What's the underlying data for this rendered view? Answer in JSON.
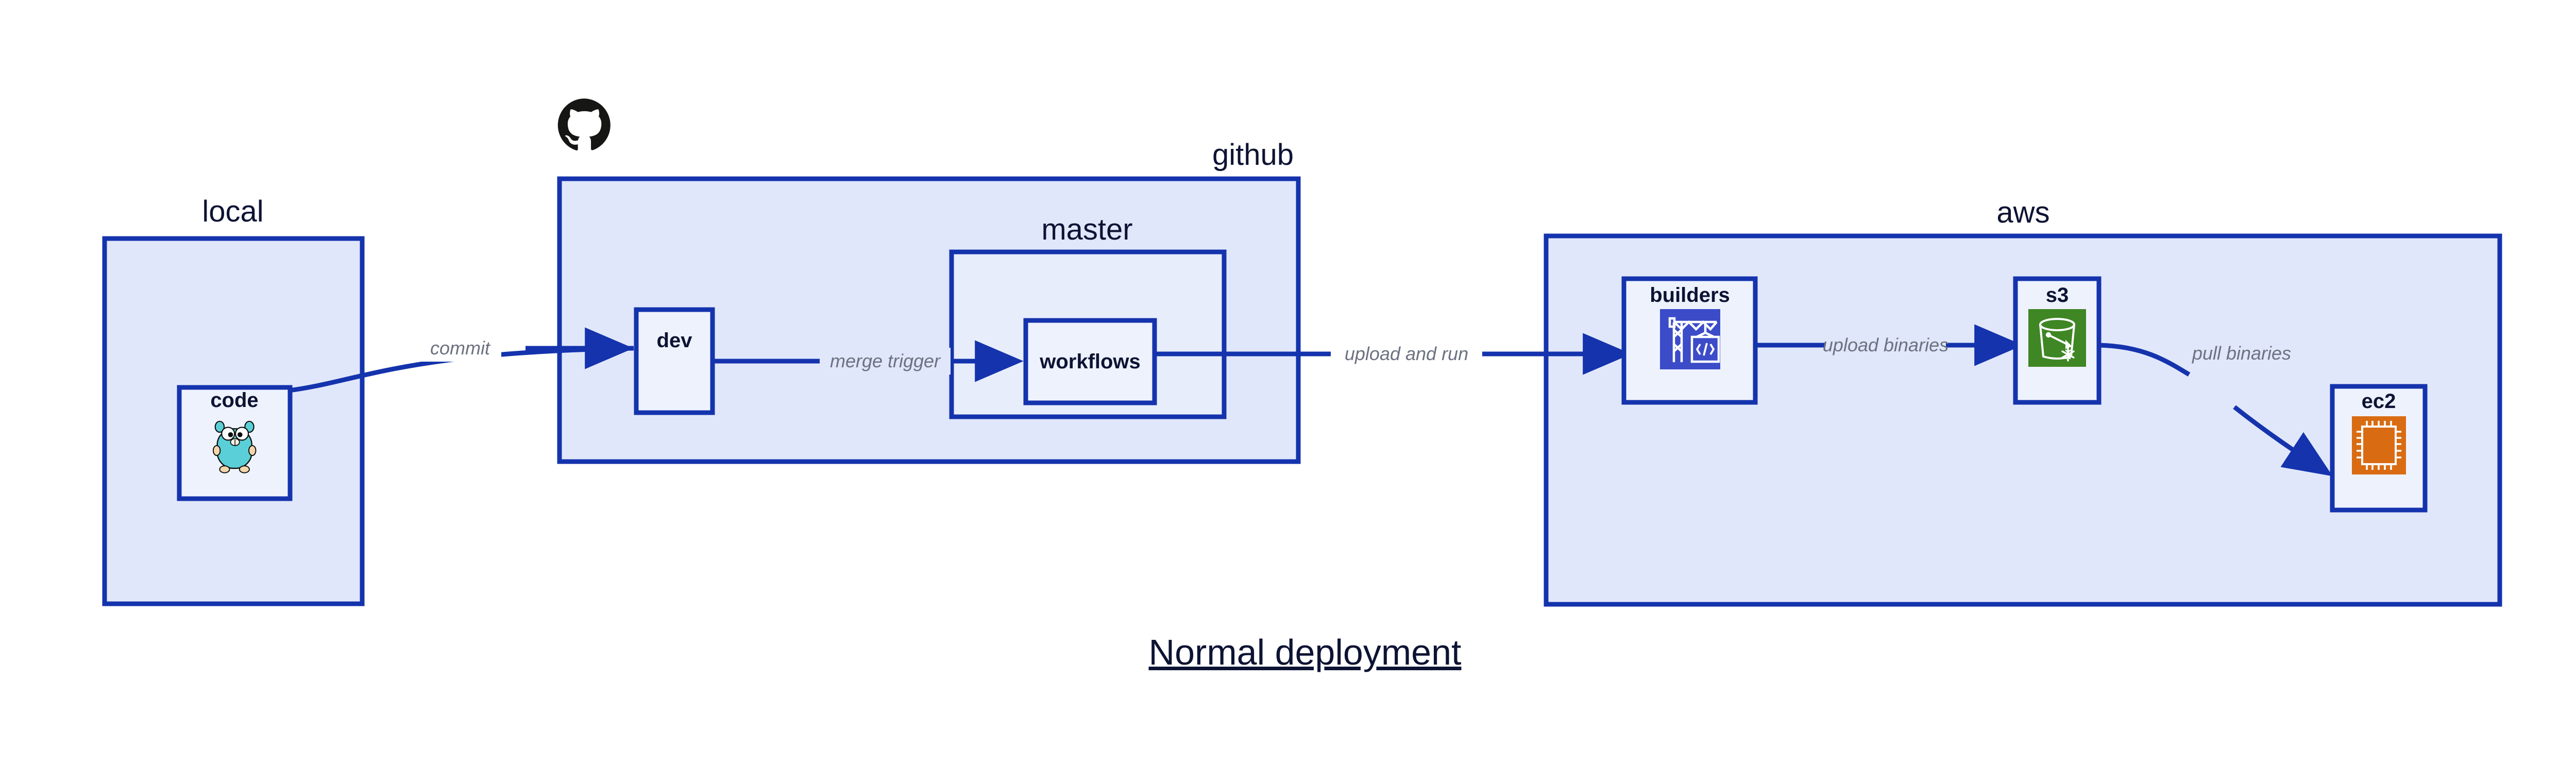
{
  "title": "Normal deployment",
  "zones": [
    {
      "id": "local",
      "label": "local",
      "logo": null
    },
    {
      "id": "github",
      "label": "github",
      "logo": "github-octocat-logo"
    },
    {
      "id": "aws",
      "label": "aws",
      "logo": null
    }
  ],
  "subzones": [
    {
      "id": "master",
      "label": "master",
      "parent": "github"
    }
  ],
  "nodes": [
    {
      "id": "code",
      "label": "code",
      "zone": "local",
      "icon": "go-gopher-icon"
    },
    {
      "id": "dev",
      "label": "dev",
      "zone": "github",
      "icon": null
    },
    {
      "id": "workflows",
      "label": "workflows",
      "zone": "master",
      "icon": null
    },
    {
      "id": "builders",
      "label": "builders",
      "zone": "aws",
      "icon": "aws-codebuild-icon"
    },
    {
      "id": "s3",
      "label": "s3",
      "zone": "aws",
      "icon": "aws-s3-glacier-icon"
    },
    {
      "id": "ec2",
      "label": "ec2",
      "zone": "aws",
      "icon": "aws-ec2-icon"
    }
  ],
  "edges": [
    {
      "id": "commit",
      "label": "commit",
      "from": "code",
      "to": "dev"
    },
    {
      "id": "merge-trigger",
      "label": "merge trigger",
      "from": "dev",
      "to": "workflows"
    },
    {
      "id": "upload-and-run",
      "label": "upload and run",
      "from": "workflows",
      "to": "builders"
    },
    {
      "id": "upload-binaries",
      "label": "upload binaries",
      "from": "builders",
      "to": "s3"
    },
    {
      "id": "pull-binaries",
      "label": "pull binaries",
      "from": "s3",
      "to": "ec2"
    }
  ],
  "colors": {
    "border": "#1433ad",
    "container_fill": "#e1e7fa",
    "subcontainer_fill": "#e8edfc",
    "node_fill": "#eef2fd",
    "text": "#0d1333",
    "edge_label": "#6b7280",
    "codebuild": "#3c4cc8",
    "s3_glacier": "#3f8624",
    "ec2": "#d96c13",
    "gopher": "#5bcfd8",
    "octocat": "#161614",
    "background": "#ffffff"
  }
}
